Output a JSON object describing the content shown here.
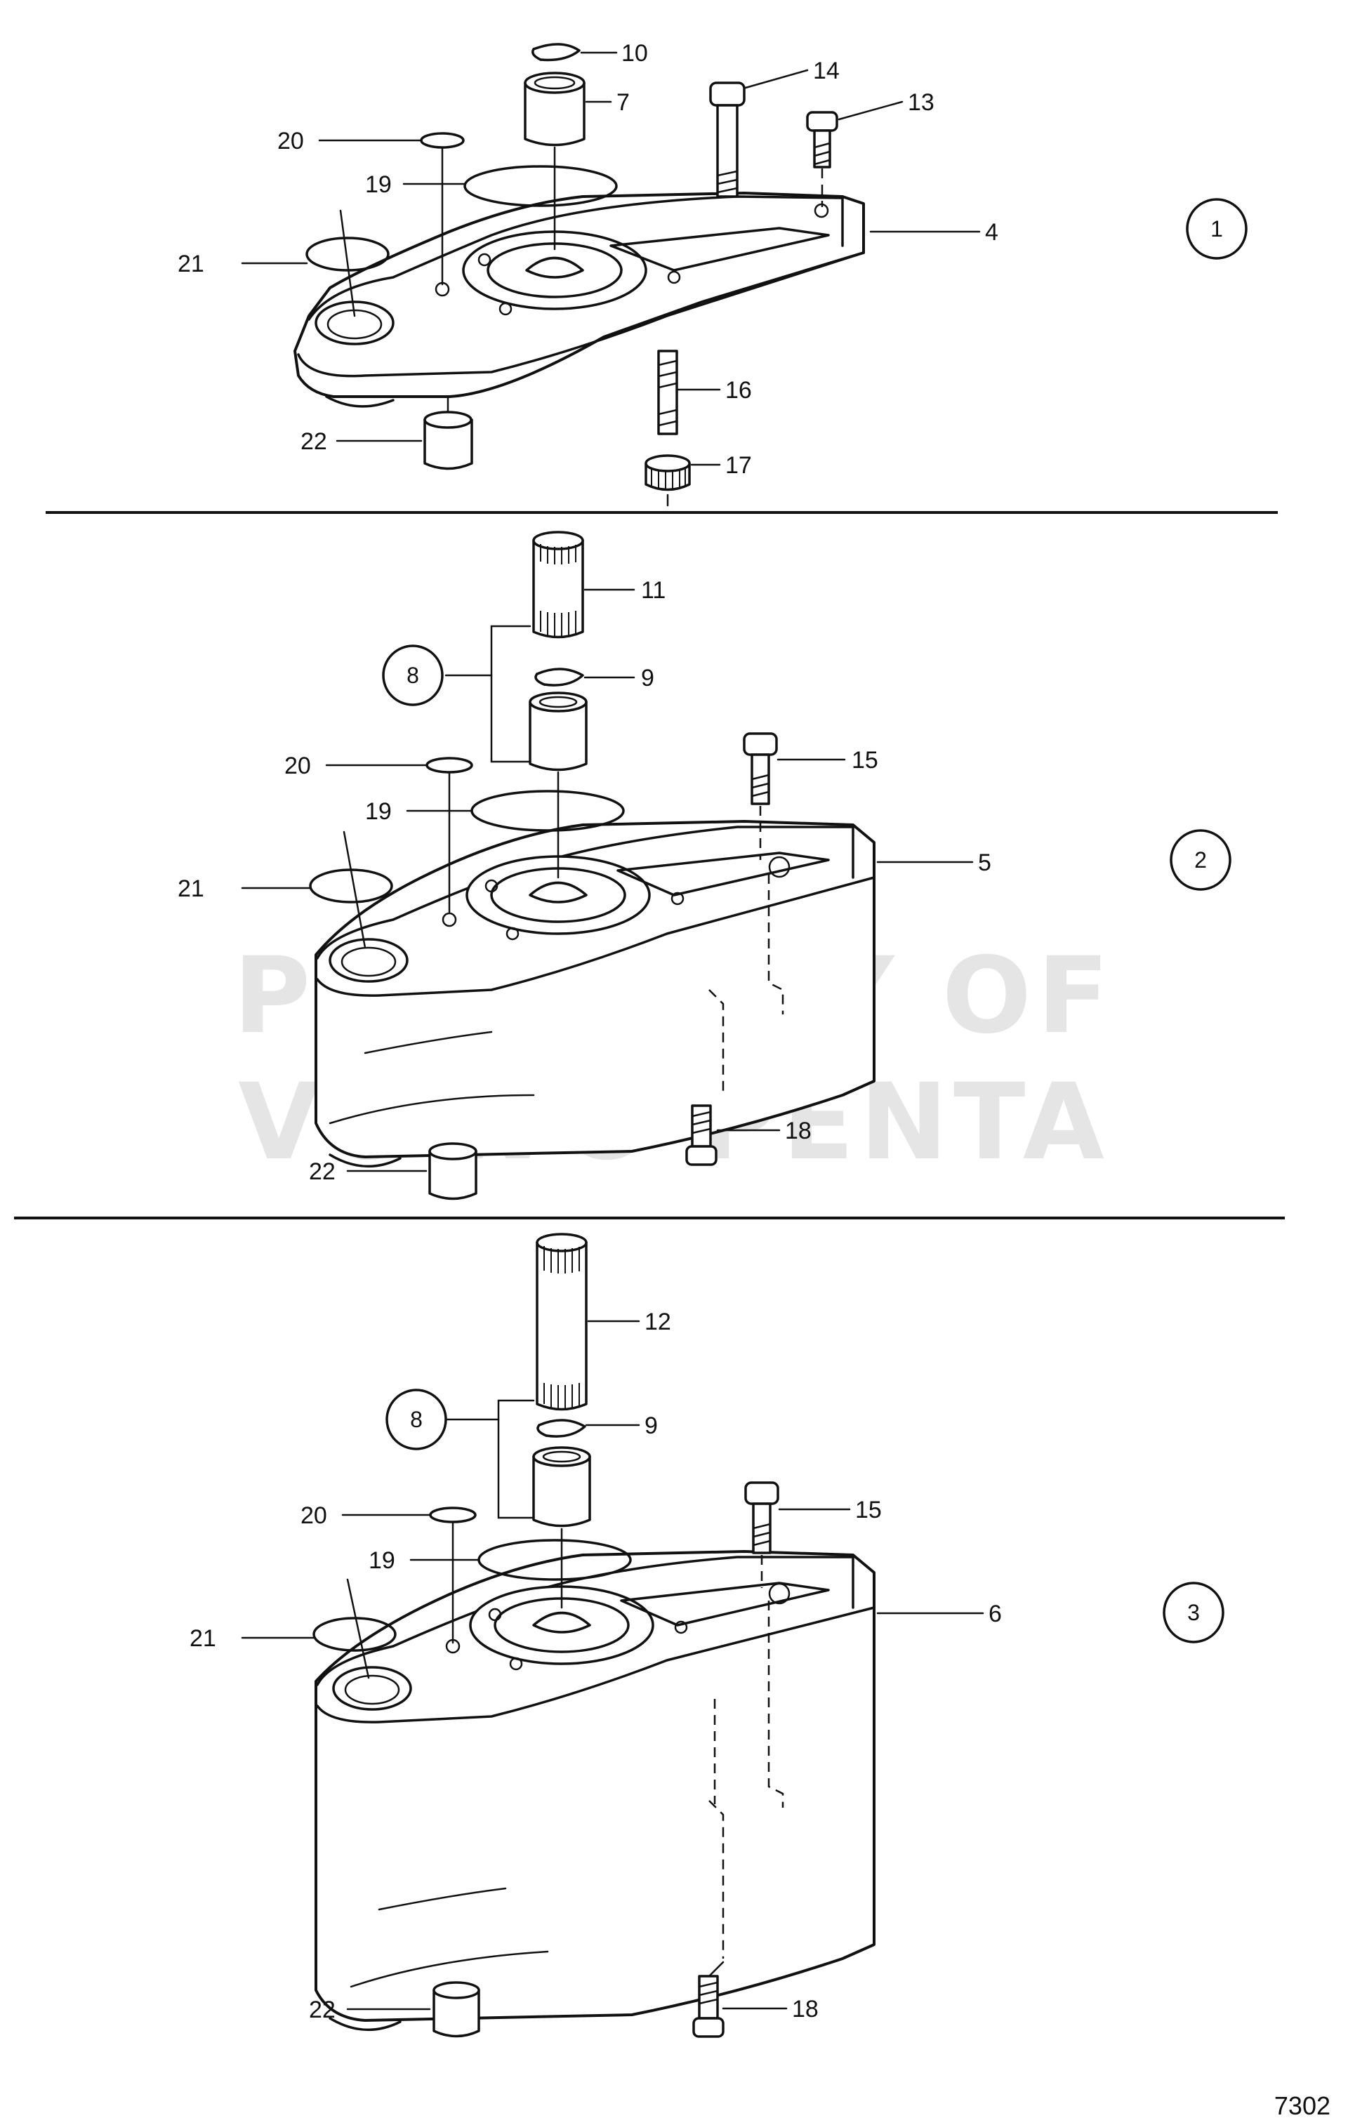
{
  "watermark": {
    "line1": "PROPERTY OF",
    "line2": "VOLVO PENTA"
  },
  "figure_id": "7302",
  "sections": [
    {
      "number": "1",
      "callouts": [
        "10",
        "7",
        "14",
        "13",
        "20",
        "19",
        "4",
        "21",
        "16",
        "22",
        "17"
      ]
    },
    {
      "number": "2",
      "callouts": [
        "11",
        "8",
        "9",
        "20",
        "15",
        "19",
        "5",
        "21",
        "18",
        "22"
      ]
    },
    {
      "number": "3",
      "callouts": [
        "12",
        "8",
        "9",
        "20",
        "15",
        "19",
        "6",
        "21",
        "18",
        "22"
      ]
    }
  ]
}
